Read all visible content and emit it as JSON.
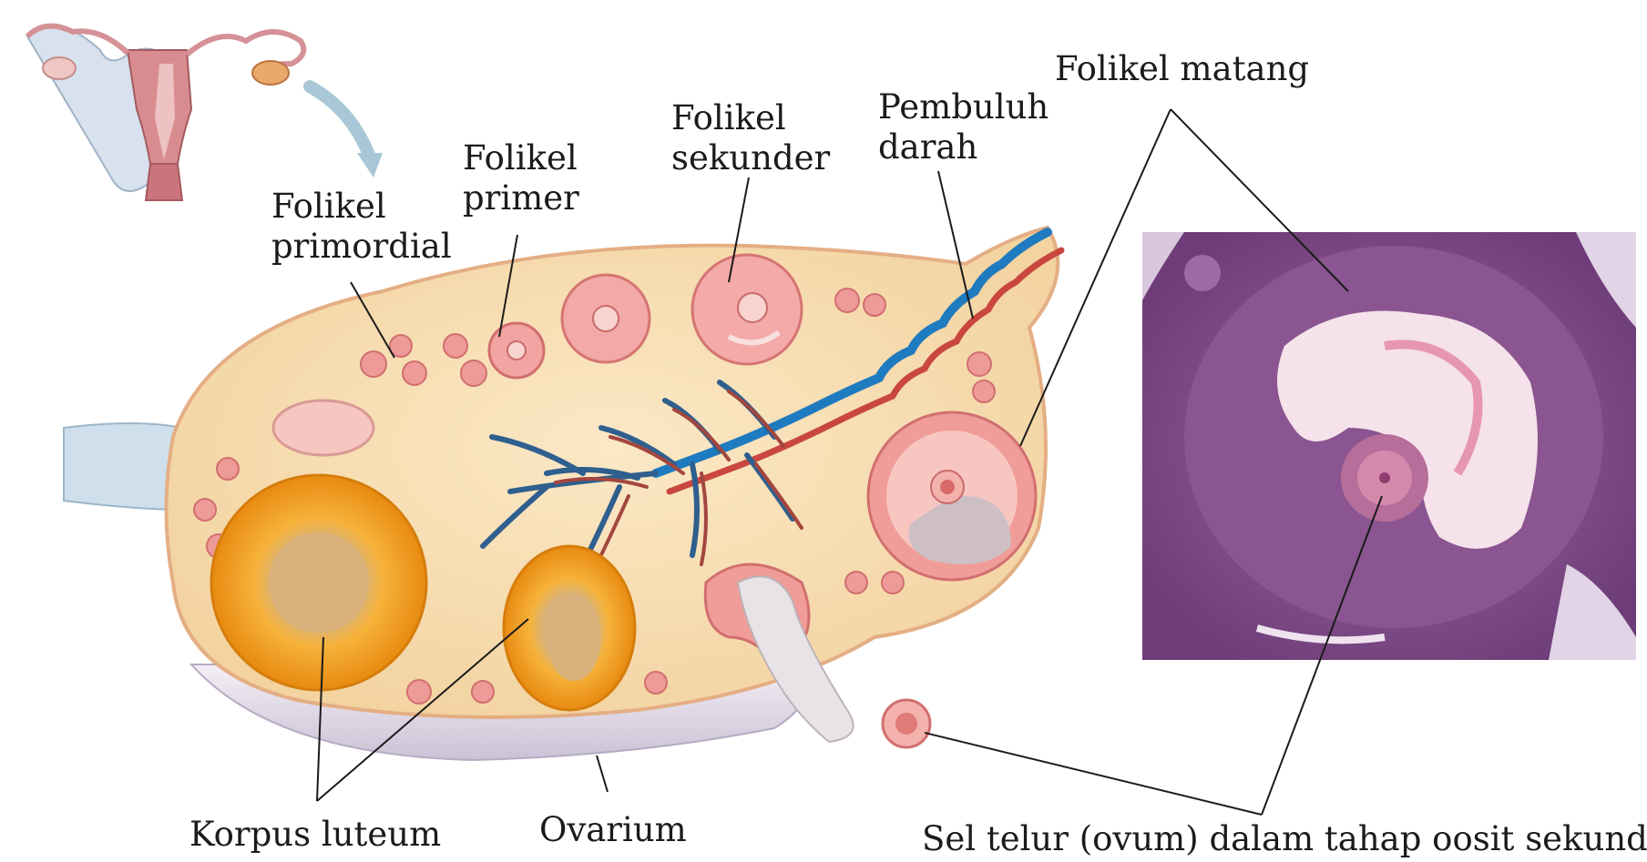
{
  "labels": {
    "folikel_primordial": [
      "Folikel",
      "primordial"
    ],
    "folikel_primer": [
      "Folikel",
      "primer"
    ],
    "folikel_sekunder": [
      "Folikel",
      "sekunder"
    ],
    "pembuluh_darah": [
      "Pembuluh",
      "darah"
    ],
    "folikel_matang": "Folikel matang",
    "korpus_luteum": "Korpus luteum",
    "ovarium": "Ovarium",
    "sel_telur": "Sel telur (ovum) dalam tahap oosit sekunder"
  },
  "colors": {
    "ovary_fill": "#f6dcae",
    "ovary_edge": "#e9b98d",
    "follicle_pink": "#ef9a9a",
    "follicle_dark": "#d9706f",
    "corpus_luteum": "#f5a623",
    "corpus_luteum_center": "#d8b27a",
    "vein_blue": "#1f7bbf",
    "artery_red": "#c9473e",
    "ligament": "#cfd8e3",
    "histo_purple": "#8f5a92",
    "histo_light": "#f2dbe8"
  },
  "icons": [
    "uterus-illustration",
    "arrow-curved-icon"
  ]
}
